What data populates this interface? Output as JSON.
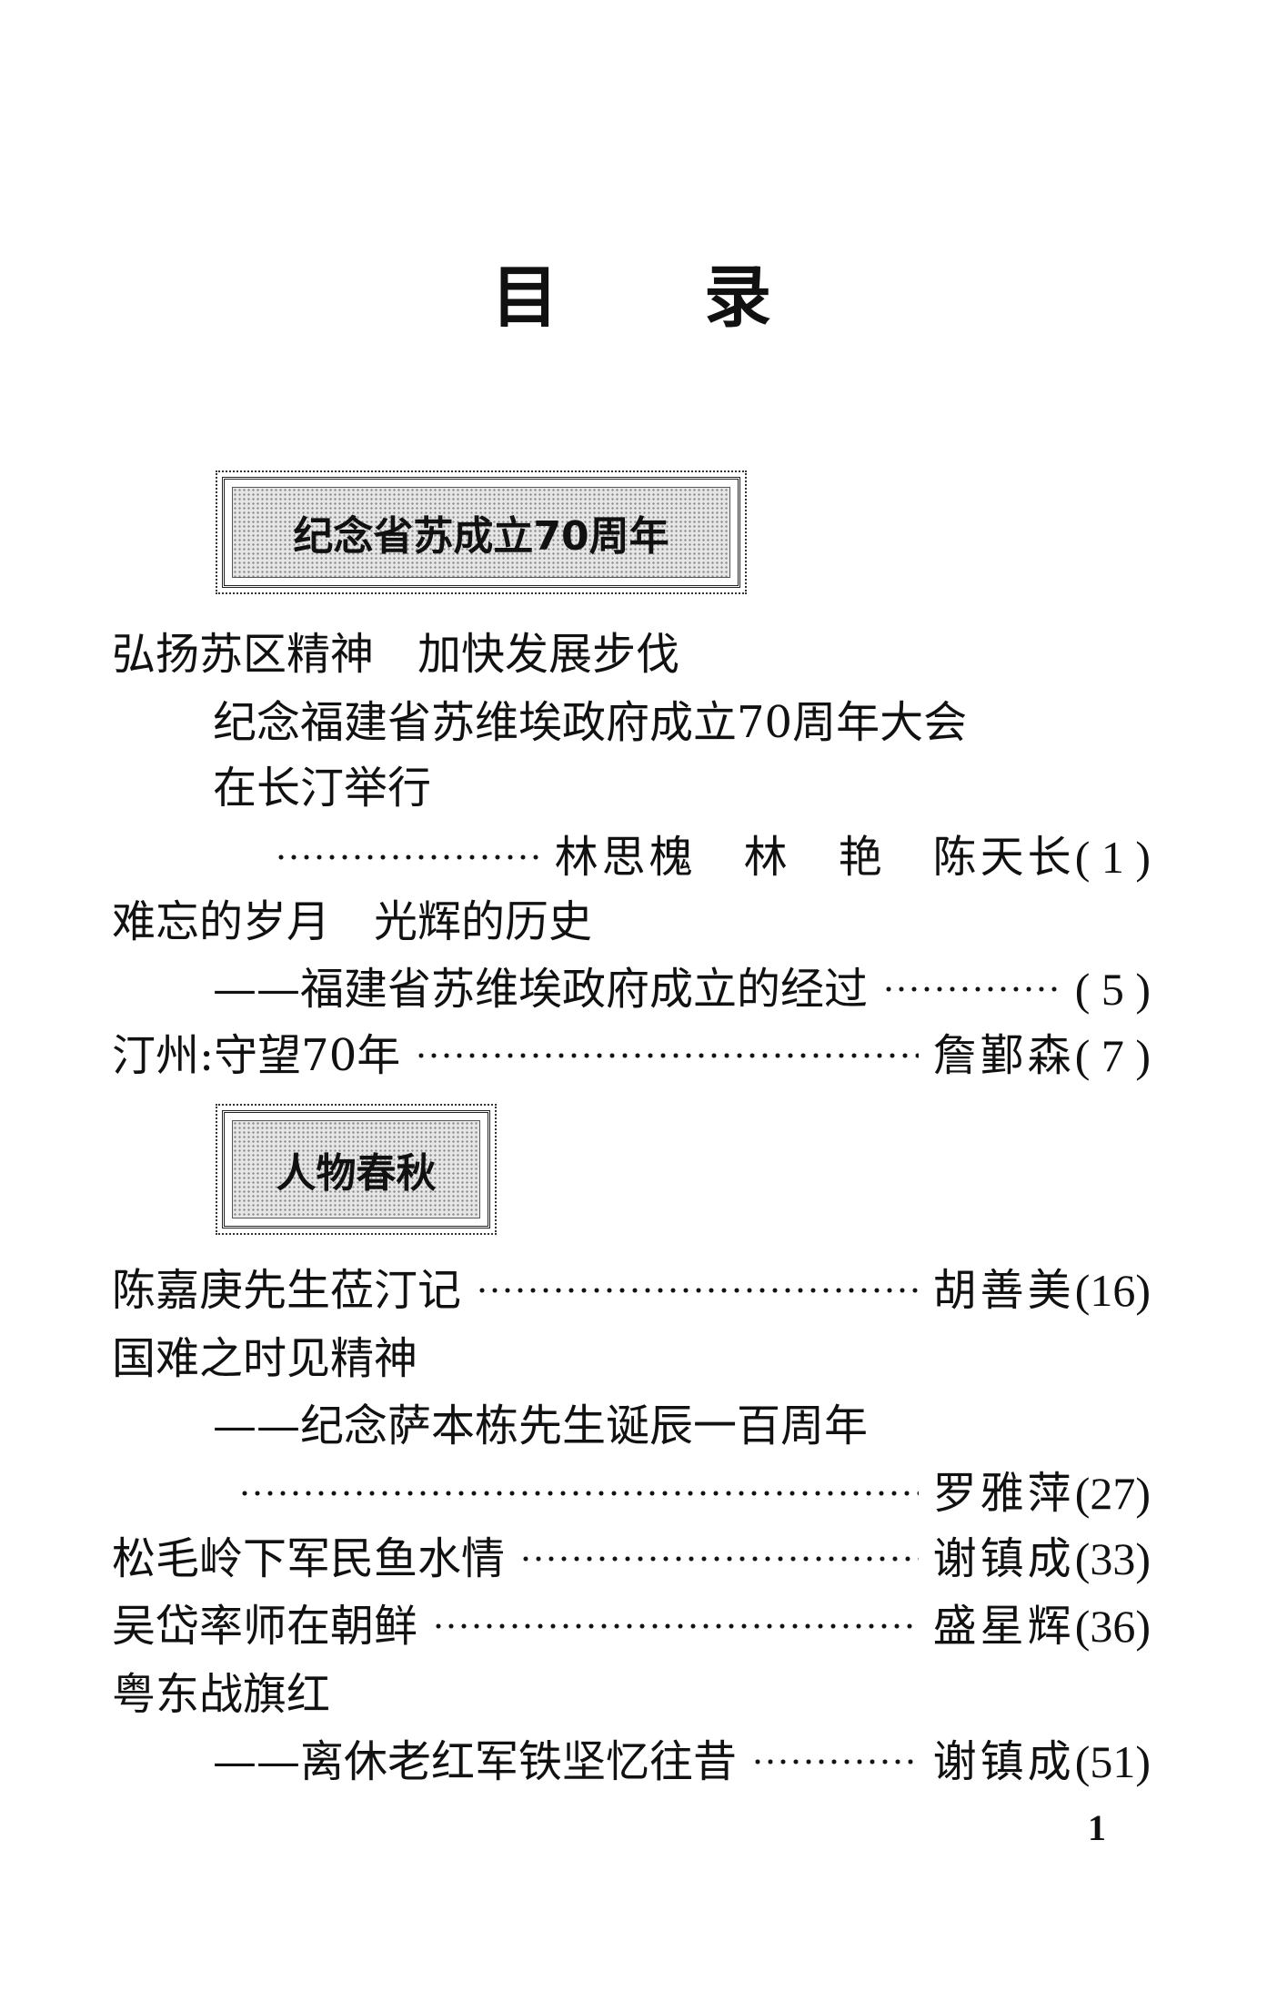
{
  "title": "目录",
  "sections": [
    {
      "heading": "纪念省苏成立70周年"
    },
    {
      "heading": "人物春秋"
    }
  ],
  "rows": [
    {
      "title": "弘扬苏区精神　加快发展步伐"
    },
    {
      "title": "纪念福建省苏维埃政府成立70周年大会"
    },
    {
      "title": "在长汀举行"
    },
    {
      "title": "",
      "leader": true,
      "author": "林思槐　林　艳　陈天长",
      "page": "( 1 )"
    },
    {
      "title": "难忘的岁月　光辉的历史"
    },
    {
      "title": "——福建省苏维埃政府成立的经过",
      "leader": true,
      "author": "",
      "page": "( 5 )"
    },
    {
      "title": "汀州:守望70年",
      "leader": true,
      "author": "詹鄞森",
      "page": "( 7 )"
    },
    {
      "title": "陈嘉庚先生莅汀记",
      "leader": true,
      "author": "胡善美",
      "page": "(16)"
    },
    {
      "title": "国难之时见精神"
    },
    {
      "title": "——纪念萨本栋先生诞辰一百周年"
    },
    {
      "title": "",
      "leader": true,
      "author": "罗雅萍",
      "page": "(27)"
    },
    {
      "title": "松毛岭下军民鱼水情",
      "leader": true,
      "author": "谢镇成",
      "page": "(33)"
    },
    {
      "title": "吴岱率师在朝鲜",
      "leader": true,
      "author": "盛星辉",
      "page": "(36)"
    },
    {
      "title": "粤东战旗红"
    },
    {
      "title": "——离休老红军铁坚忆往昔",
      "leader": true,
      "author": "谢镇成",
      "page": "(51)"
    }
  ],
  "page_number": "1"
}
